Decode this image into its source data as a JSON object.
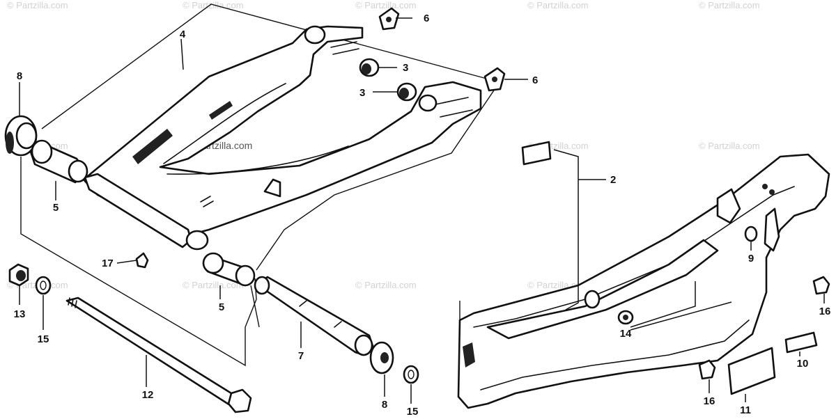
{
  "watermark": {
    "text": "© Partzilla.com",
    "center_text": "© Partzilla.com"
  },
  "callouts": {
    "c4": "4",
    "c6a": "6",
    "c6b": "6",
    "c3a": "3",
    "c3b": "3",
    "c8a": "8",
    "c5a": "5",
    "c5b": "5",
    "c2": "2",
    "c9": "9",
    "c17": "17",
    "c13": "13",
    "c15a": "15",
    "c12": "12",
    "c7": "7",
    "c8b": "8",
    "c15b": "15",
    "c14": "14",
    "c16a": "16",
    "c16b": "16",
    "c10": "10",
    "c11": "11"
  }
}
